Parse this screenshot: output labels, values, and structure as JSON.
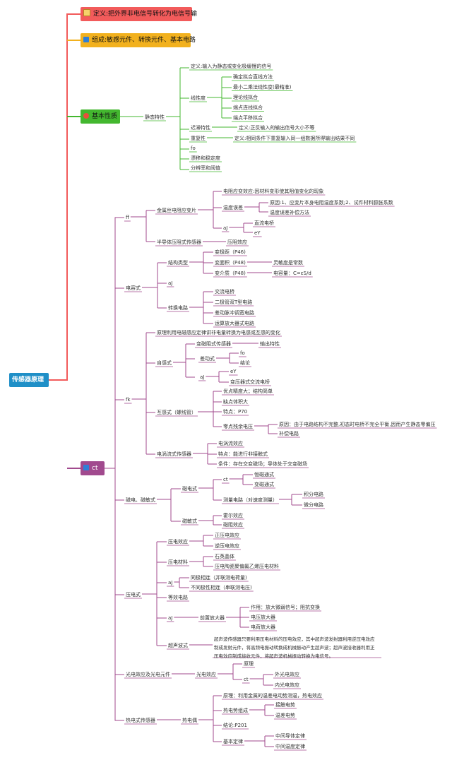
{
  "colors": {
    "root": "#1f8fc7",
    "red": "#f25b5b",
    "orange": "#f2b11e",
    "green": "#43b72f",
    "purple": "#a14a8e",
    "branch_line": "#a14a8e"
  },
  "root": {
    "label": "传感器原理"
  },
  "main_branches": {
    "definition": {
      "label": "定义:把外界非电信号转化为电信号输",
      "icon": "note-icon"
    },
    "composition": {
      "label": "组成:敏感元件、转换元件、基本电路",
      "icon": "flag-icon"
    },
    "properties": {
      "label": "基本性质",
      "icon": "flower-icon"
    },
    "types": {
      "label": "ct",
      "icon": "flag-icon"
    }
  },
  "properties": {
    "static": "静态特性",
    "def": "定义:输入为静态或变化极缓慢的信号",
    "linearity": "线性度",
    "lin_items": [
      "确定拟合直线方法",
      "最小二乘法线性度(最精准)",
      "理论线拟合",
      "端点连线拟合",
      "端点平移拟合"
    ],
    "hysteresis": "迟滞特性",
    "hysteresis_def": "定义:正反输入的输出信号大小不等",
    "repeat": "重复性",
    "repeat_def": "定义:相同条件下重复输入同一组数据所得输出结果不同",
    "fo": "fo",
    "drift": "漂移和稳定度",
    "resolution": "分辨率和阈值"
  },
  "ff": {
    "label": "ff",
    "metal": "金属丝电阻应变片",
    "effect": "电阻应变效应:因材料变形使其阻值变化的现象",
    "temp_err": "温度误差",
    "cause": "原因:1、应变片本身电阻温度系数;2、试件材料膨胀系数",
    "comp": "温度误差补偿方法",
    "aJ": "aJ",
    "dc": "直流电桥",
    "eY": "eY",
    "semi": "半导体压阻式传感器",
    "piezoresist": "压阻效应"
  },
  "cap": {
    "label": "电容式",
    "struct": "结构类型",
    "gap": "变极距（P46)",
    "area": "变面积（P48)",
    "sens": "灵敏度是常数",
    "medium": "变介质（P48)",
    "capacity": "电容量：C=εS/d",
    "aJ": "aJ",
    "convert": "转换电路",
    "circuits": [
      "交流电桥",
      "二极管双T型电路",
      "差动脉冲调宽电路",
      "运算放大器式电路"
    ]
  },
  "fk": {
    "label": "fk",
    "principle": "原理利用电磁感应定律讲非电量转换为电感或互感的变化",
    "self": "自感式",
    "var_reluct": "变磁阻式传感器",
    "output": "输出特性",
    "diff": "差动式",
    "fo": "fo",
    "conclusion": "结论",
    "aJ": "aJ",
    "eY": "eY",
    "trans_bridge": "变压器式交流电桥",
    "mutual": "互感式（螺线管）",
    "adv": "优点精度大；结构简单",
    "disadv": "缺点体积大",
    "feature": "特点：P70",
    "zero": "零点残余电压",
    "zero_cause": "原因：由于电路结构不完整,初态时电桥不完全平衡,因而产生静态零偏压",
    "zero_comp": "补偿电路",
    "eddy": "电涡流式传感器",
    "eddy_effect": "电涡流效应",
    "eddy_feature": "特点：能进行非接触式",
    "eddy_cond": "条件：存在交变磁场；导体处于交变磁场"
  },
  "mag": {
    "label": "磁电、磁敏式",
    "magelec": "磁电式",
    "ct": "ct",
    "const": "恒磁通式",
    "var": "变磁通式",
    "measure": "测量电路（对速度测量）",
    "integ": "积分电路",
    "diff": "微分电路",
    "magsens": "磁敏式",
    "hall": "霍尔效应",
    "mr": "磁阻效应"
  },
  "piezo": {
    "label": "压电式",
    "effect": "压电效应",
    "pos": "正压电效应",
    "neg": "逆压电效应",
    "material": "压电材料",
    "quartz": "石英晶体",
    "ceramic": "压电陶瓷聚偏氟乙烯压电材料",
    "aJ": "aJ",
    "same": "同极相连（并联测电荷量)",
    "diffpole": "不同极性相连（串联测电压)",
    "equiv": "等效电路",
    "aJ2": "aJ",
    "pre": "前置放大器",
    "pre_fn": "作用：放大微弱信号；阻抗变换",
    "v_amp": "电压放大器",
    "q_amp": "电荷放大器",
    "ultra": "超声波式",
    "ultra_text": [
      "超声波传感器只要利用压电材料的压电效应，其中超声波发射器利用逆压电效应",
      "制成发射元件，将高频电振动转换成机械振动产生超声波；超声波接收器利用正",
      "压电效应制成接收元件，将超声波机械振动转换为电信号。"
    ]
  },
  "photo": {
    "label": "光电效应及光电元件",
    "effect": "光电效应",
    "principle": "原理",
    "ct": "ct",
    "outer": "外光电效应",
    "inner": "内光电效应"
  },
  "thermo": {
    "label": "热电式传感器",
    "tc": "热电偶",
    "principle": "原理：利用金属的温差电动势测温，热电效应",
    "emf": "热电势组成",
    "contact": "接触电势",
    "thermal": "温差电势",
    "conclusion": "结论:P201",
    "laws": "基本定律",
    "mid": "中间导体定律",
    "midt": "中间温度定律"
  }
}
